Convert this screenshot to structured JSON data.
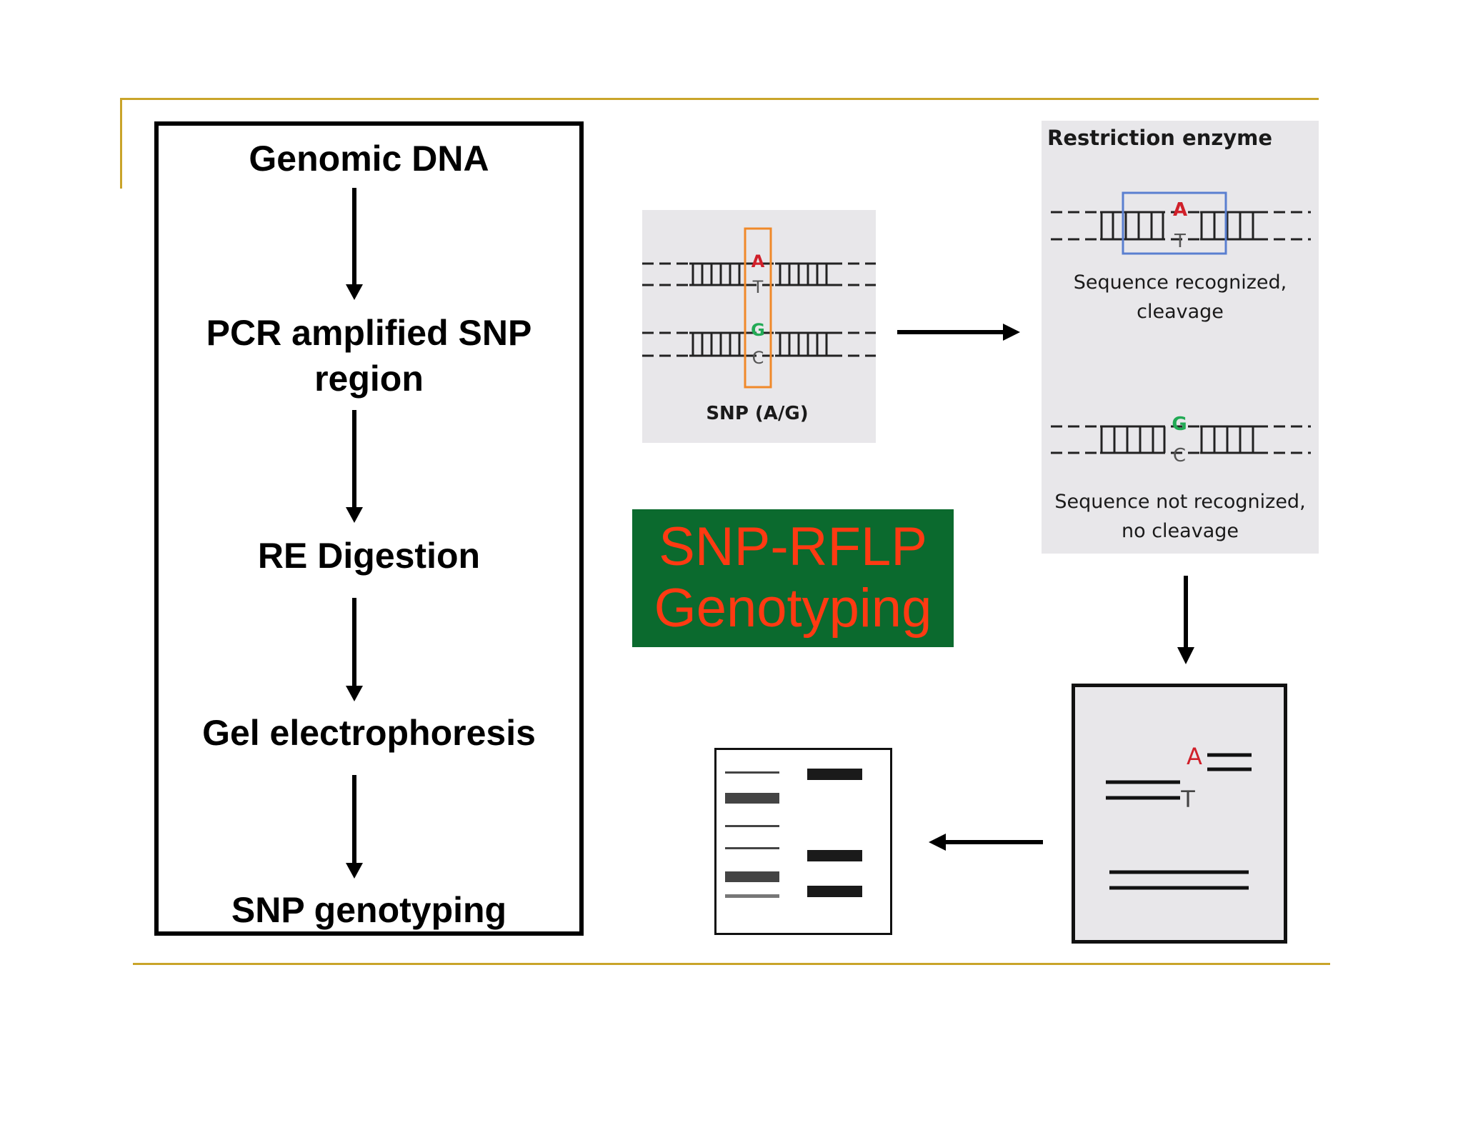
{
  "flow": {
    "steps": [
      "Genomic DNA",
      "PCR amplified SNP region",
      "RE Digestion",
      "Gel electrophoresis",
      "SNP genotyping"
    ]
  },
  "snp_panel": {
    "base_top_1": "A",
    "base_bottom_1": "T",
    "base_top_2": "G",
    "base_bottom_2": "C",
    "caption": "SNP (A/G)"
  },
  "enzyme_panel": {
    "title": "Restriction enzyme",
    "recognized_top": "A",
    "recognized_bottom": "T",
    "recognized_caption_1": "Sequence recognized,",
    "recognized_caption_2": "cleavage",
    "unrecognized_top": "G",
    "unrecognized_bottom": "C",
    "unrecognized_caption_1": "Sequence not recognized,",
    "unrecognized_caption_2": "no cleavage"
  },
  "banner": {
    "line1": "SNP-RFLP",
    "line2": "Genotyping"
  },
  "fragment_panel": {
    "cut_top": "A",
    "cut_bottom": "T"
  },
  "colors": {
    "gold": "#c9a42a",
    "banner_bg": "#0b6a2e",
    "banner_text": "#ff3a12",
    "base_red": "#d0202a",
    "base_green": "#22aa55",
    "snp_highlight": "#f0892a",
    "site_highlight": "#5a7fd0"
  }
}
